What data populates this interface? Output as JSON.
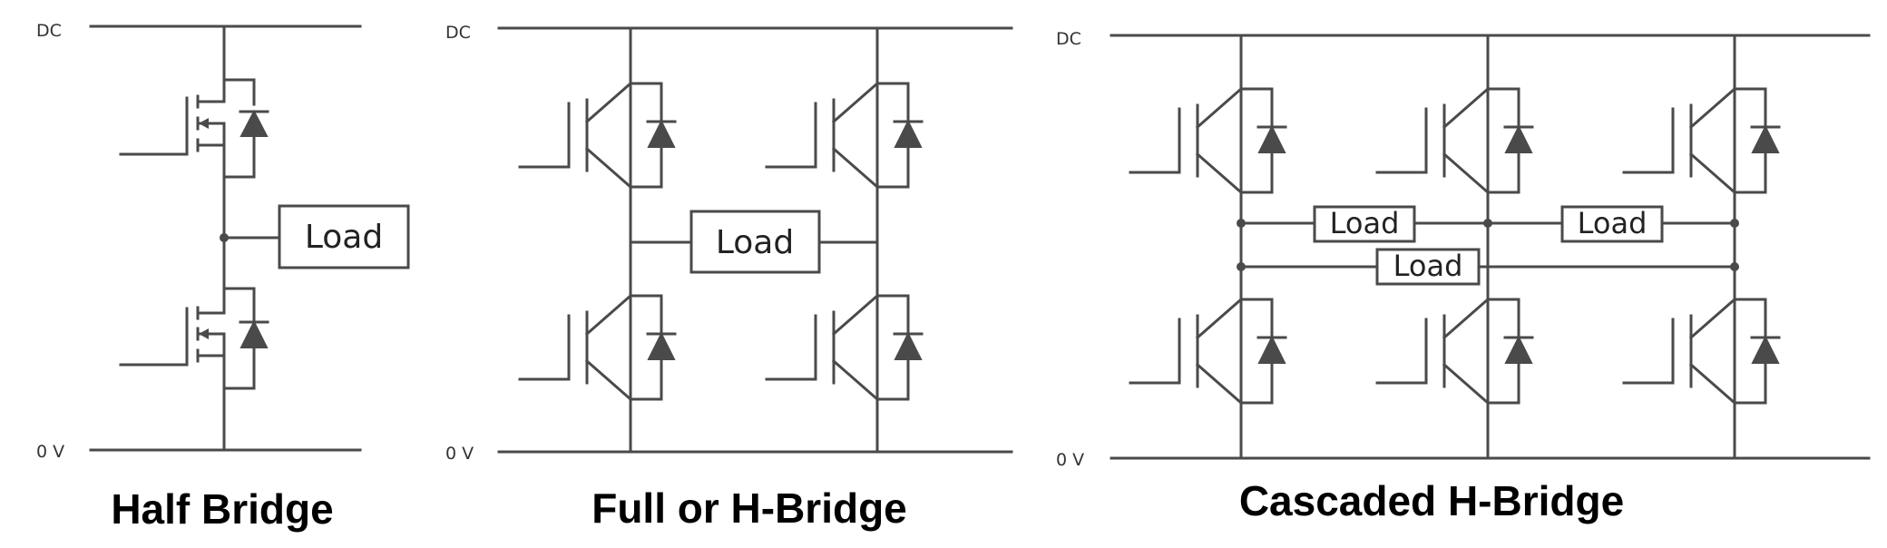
{
  "panels": [
    {
      "caption": "Half Bridge",
      "rail_top": "DC",
      "rail_bottom": "0 V",
      "switch_type": "mosfet",
      "loads": [
        "Load"
      ]
    },
    {
      "caption": "Full or H-Bridge",
      "rail_top": "DC",
      "rail_bottom": "0 V",
      "switch_type": "igbt",
      "loads": [
        "Load"
      ]
    },
    {
      "caption": "Cascaded H-Bridge",
      "rail_top": "DC",
      "rail_bottom": "0 V",
      "switch_type": "igbt",
      "loads": [
        "Load",
        "Load",
        "Load"
      ]
    }
  ],
  "colors": {
    "wire": "#4a4a4a",
    "caption": "#000000",
    "background": "#ffffff"
  }
}
